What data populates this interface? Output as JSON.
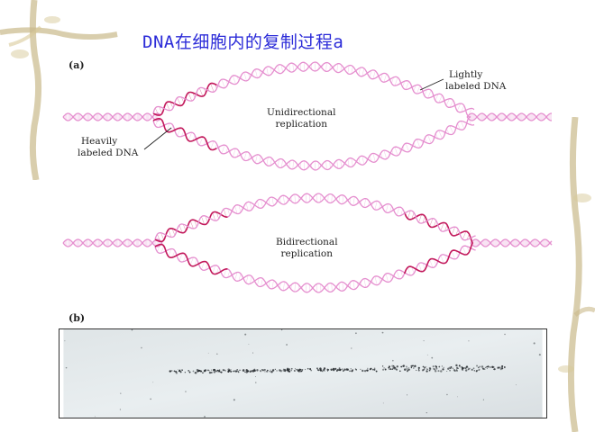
{
  "title": "DNA在细胞内的复制过程a",
  "panel_a": {
    "label": "(a)",
    "top_diagram": {
      "center_label_line1": "Unidirectional",
      "center_label_line2": "replication",
      "light_label_line1": "Lightly",
      "light_label_line2": "labeled DNA",
      "heavy_label_line1": "Heavily",
      "heavy_label_line2": "labeled DNA"
    },
    "bottom_diagram": {
      "center_label_line1": "Bidirectional",
      "center_label_line2": "replication"
    }
  },
  "panel_b": {
    "label": "(b)"
  },
  "colors": {
    "title": "#2b2bd8",
    "light_strand": "#e58fcf",
    "heavy_strand": "#c2185b",
    "vine": "#c9b98a"
  }
}
